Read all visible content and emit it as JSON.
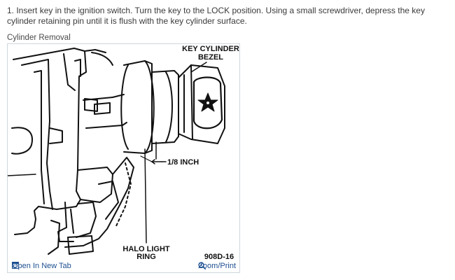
{
  "instruction": {
    "text": "1.  Insert key in the ignition switch. Turn the key to the LOCK position. Using a small screwdriver, depress the key cylinder retaining pin until it is flush with the key cylinder surface."
  },
  "figure": {
    "caption": "Cylinder Removal",
    "labels": {
      "key_cylinder_line1": "KEY CYLINDER",
      "key_cylinder_line2": "BEZEL",
      "inch": "1/8 INCH",
      "halo_line1": "HALO LIGHT",
      "halo_line2": "RING",
      "code": "908D-16"
    },
    "actions": {
      "open_new_tab": "Open In New Tab",
      "zoom_print": "Zoom/Print"
    },
    "colors": {
      "link": "#1d4f91",
      "border": "#cfd6de"
    },
    "icons": {
      "open_new_tab": "open-in-new-tab-icon",
      "zoom_print": "magnifier-icon"
    }
  }
}
